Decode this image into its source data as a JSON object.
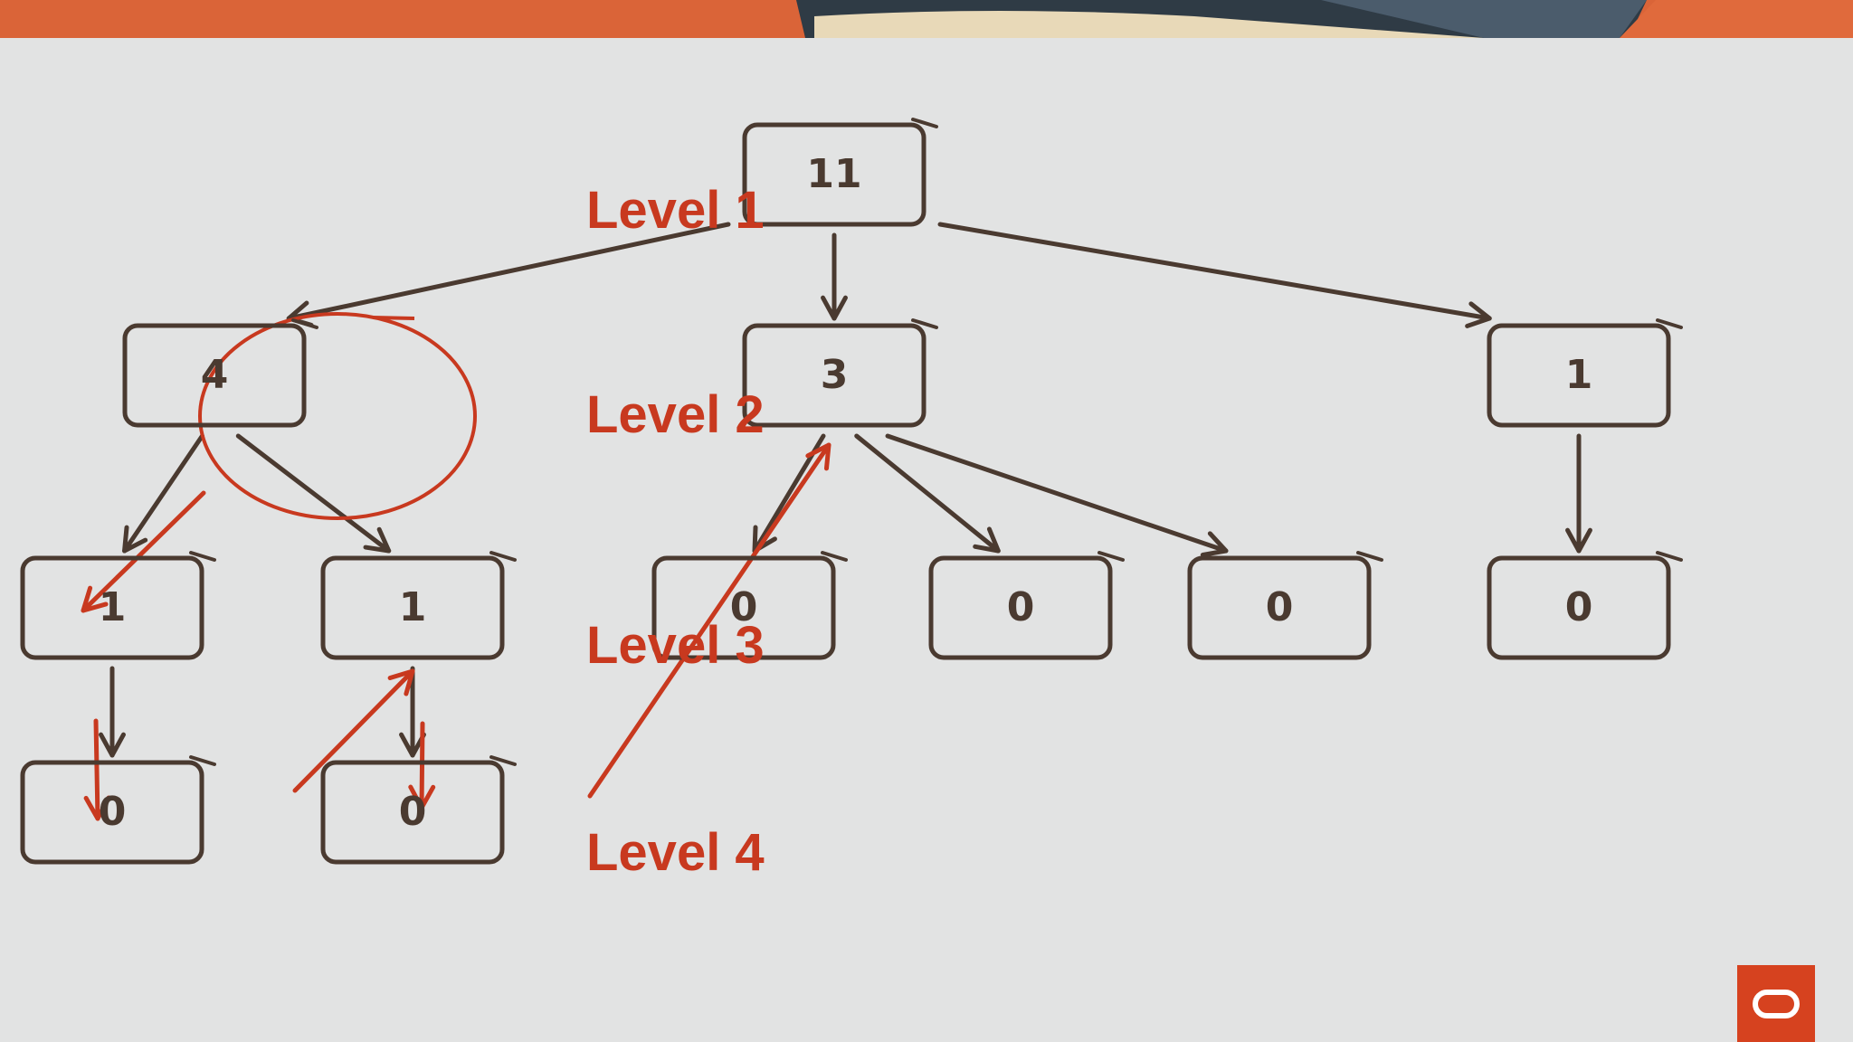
{
  "levels": [
    {
      "label": "Level 1"
    },
    {
      "label": "Level 2"
    },
    {
      "label": "Level 3"
    },
    {
      "label": "Level 4"
    }
  ],
  "nodes": [
    {
      "id": "root",
      "value": "11"
    },
    {
      "id": "a",
      "value": "4"
    },
    {
      "id": "b",
      "value": "3"
    },
    {
      "id": "c",
      "value": "1"
    },
    {
      "id": "a1",
      "value": "1"
    },
    {
      "id": "a2",
      "value": "1"
    },
    {
      "id": "b1",
      "value": "0"
    },
    {
      "id": "b2",
      "value": "0"
    },
    {
      "id": "b3",
      "value": "0"
    },
    {
      "id": "c1",
      "value": "0"
    },
    {
      "id": "a1c",
      "value": "0"
    },
    {
      "id": "a2c",
      "value": "0"
    }
  ],
  "edges": [
    {
      "from": "root",
      "to": "a"
    },
    {
      "from": "root",
      "to": "b"
    },
    {
      "from": "root",
      "to": "c"
    },
    {
      "from": "a",
      "to": "a1"
    },
    {
      "from": "a",
      "to": "a2"
    },
    {
      "from": "b",
      "to": "b1"
    },
    {
      "from": "b",
      "to": "b2"
    },
    {
      "from": "b",
      "to": "b3"
    },
    {
      "from": "c",
      "to": "c1"
    },
    {
      "from": "a1",
      "to": "a1c"
    },
    {
      "from": "a2",
      "to": "a2c"
    }
  ],
  "colors": {
    "ink": "#4a3a30",
    "annotation": "#c8391f",
    "background": "#e2e3e3",
    "banner": "#e06a3c",
    "logo": "#d6421f"
  },
  "logo": {
    "icon": "oracle-logo-icon"
  }
}
